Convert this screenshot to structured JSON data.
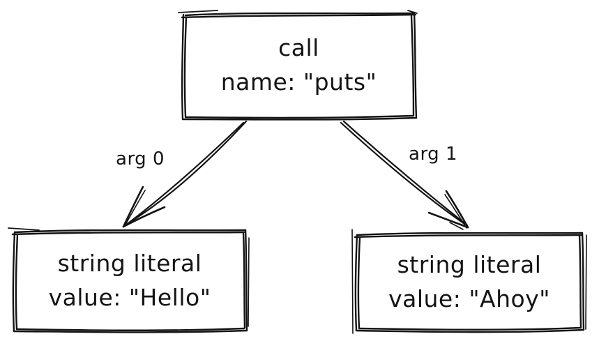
{
  "diagram": {
    "background": "#ffffff",
    "stroke_color": "#141414",
    "text_color": "#141414",
    "nodes": {
      "call": {
        "line1": "call",
        "line2": "name: \"puts\""
      },
      "arg0_literal": {
        "line1": "string literal",
        "line2": "value: \"Hello\""
      },
      "arg1_literal": {
        "line1": "string literal",
        "line2": "value: \"Ahoy\""
      }
    },
    "edges": {
      "arg0": {
        "label": "arg 0"
      },
      "arg1": {
        "label": "arg 1"
      }
    }
  }
}
